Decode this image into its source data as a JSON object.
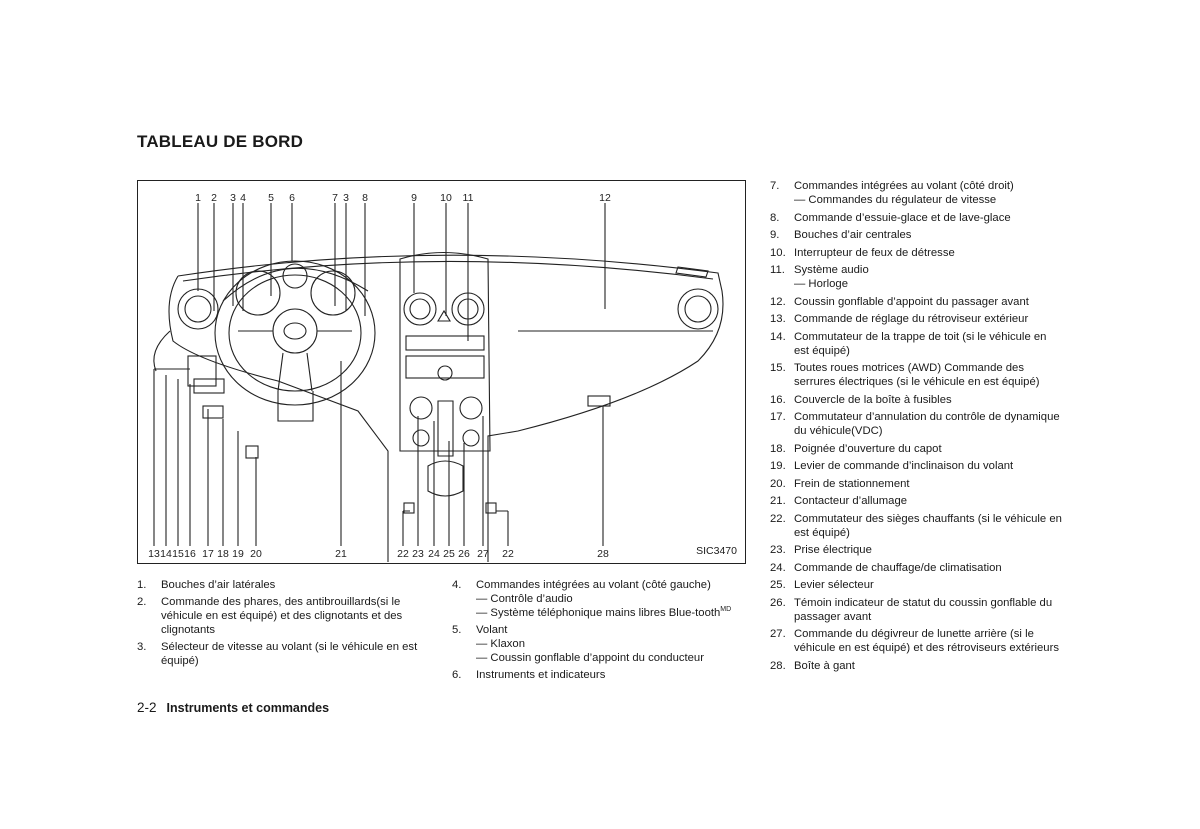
{
  "title": "TABLEAU DE BORD",
  "figure": {
    "id": "SIC3470",
    "top_numbers": [
      "1",
      "2",
      "3",
      "4",
      "5",
      "6",
      "7",
      "3",
      "8",
      "9",
      "10",
      "11",
      "12"
    ],
    "bottom_numbers": [
      "13",
      "14",
      "15",
      "16",
      "17",
      "18",
      "19",
      "20",
      "21",
      "22",
      "23",
      "24",
      "25",
      "26",
      "27",
      "22",
      "28"
    ]
  },
  "items_col1": [
    {
      "num": "1.",
      "text": "Bouches d’air latérales"
    },
    {
      "num": "2.",
      "text": "Commande des phares, des antibrouillards(si le véhicule en est équipé) et des clignotants et des clignotants"
    },
    {
      "num": "3.",
      "text": "Sélecteur de vitesse au volant (si le véhicule en est équipé)"
    }
  ],
  "items_col2": [
    {
      "num": "4.",
      "text": "Commandes intégrées au volant (côté gauche)",
      "sub": [
        "— Contrôle d’audio",
        "— Système téléphonique mains libres Blue-tooth"
      ],
      "sup": "MD"
    },
    {
      "num": "5.",
      "text": "Volant",
      "sub": [
        "— Klaxon",
        "— Coussin gonflable d’appoint du conducteur"
      ]
    },
    {
      "num": "6.",
      "text": "Instruments et indicateurs"
    }
  ],
  "items_col3": [
    {
      "num": "7.",
      "text": "Commandes intégrées au volant (côté droit)",
      "sub": [
        "— Commandes du régulateur de vitesse"
      ]
    },
    {
      "num": "8.",
      "text": "Commande d’essuie-glace et de lave-glace"
    },
    {
      "num": "9.",
      "text": "Bouches d’air centrales"
    },
    {
      "num": "10.",
      "text": "Interrupteur de feux de détresse"
    },
    {
      "num": "11.",
      "text": "Système audio",
      "sub": [
        "— Horloge"
      ]
    },
    {
      "num": "12.",
      "text": "Coussin gonflable d’appoint du passager avant"
    },
    {
      "num": "13.",
      "text": "Commande de réglage du rétroviseur extérieur"
    },
    {
      "num": "14.",
      "text": "Commutateur de la trappe de toit (si le véhicule en est équipé)"
    },
    {
      "num": "15.",
      "text": "Toutes roues motrices (AWD) Commande des serrures électriques (si le véhicule en est équipé)"
    },
    {
      "num": "16.",
      "text": "Couvercle de la boîte à fusibles"
    },
    {
      "num": "17.",
      "text": "Commutateur d’annulation du contrôle de dynamique du véhicule(VDC)"
    },
    {
      "num": "18.",
      "text": "Poignée d’ouverture du capot"
    },
    {
      "num": "19.",
      "text": "Levier de commande d’inclinaison du volant"
    },
    {
      "num": "20.",
      "text": "Frein de stationnement"
    },
    {
      "num": "21.",
      "text": "Contacteur d’allumage"
    },
    {
      "num": "22.",
      "text": "Commutateur des sièges chauffants (si le véhicule en est équipé)"
    },
    {
      "num": "23.",
      "text": "Prise électrique"
    },
    {
      "num": "24.",
      "text": "Commande de chauffage/de climatisation"
    },
    {
      "num": "25.",
      "text": "Levier sélecteur"
    },
    {
      "num": "26.",
      "text": "Témoin indicateur de statut du coussin gonflable du passager avant"
    },
    {
      "num": "27.",
      "text": "Commande du dégivreur de lunette arrière (si le véhicule en est équipé) et des rétroviseurs extérieurs"
    },
    {
      "num": "28.",
      "text": "Boîte à gant"
    }
  ],
  "footer": {
    "page": "2-2",
    "section": "Instruments et commandes"
  }
}
